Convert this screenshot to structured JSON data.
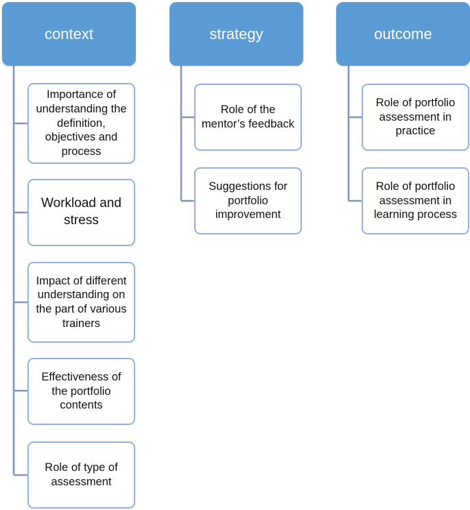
{
  "columns": [
    {
      "header": "context",
      "items": [
        "Importance of understanding the definition, objectives and process",
        "Workload and stress",
        "Impact of different understanding on the part of various trainers",
        "Effectiveness of the portfolio contents",
        "Role of type of assessment"
      ]
    },
    {
      "header": "strategy",
      "items": [
        "Role of the mentor’s feedback",
        "Suggestions for portfolio improvement"
      ]
    },
    {
      "header": "outcome",
      "items": [
        "Role of portfolio assessment in practice",
        "Role of portfolio assessment in learning process"
      ]
    }
  ],
  "colors": {
    "header_fill": "#5b9bd5",
    "child_border": "#8db3e2",
    "connector": "#7a96bd"
  }
}
